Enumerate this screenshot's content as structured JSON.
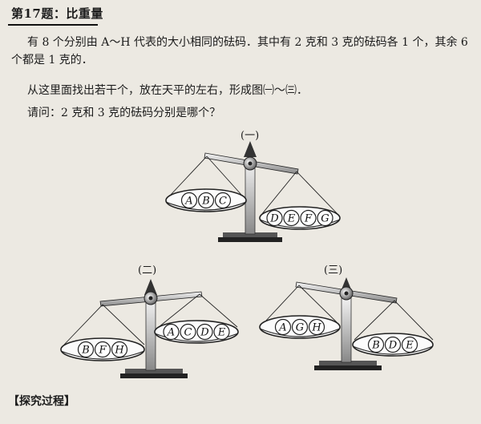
{
  "problem": {
    "title": "第17题：比重量",
    "line1": "有 8 个分别由 A～H 代表的大小相同的砝码．其中有 2 克和 3 克的砝码各 1 个，其余 6",
    "line2": "个都是 1 克的．",
    "line3": "从这里面找出若干个，放在天平的左右，形成图㈠～㈢．",
    "question": "请问：2 克和 3 克的砝码分别是哪个？"
  },
  "figures": {
    "fig1": {
      "caption": "(一)",
      "left_pan": [
        "A",
        "B",
        "C"
      ],
      "right_pan": [
        "D",
        "E",
        "F",
        "G"
      ]
    },
    "fig2": {
      "caption": "(二)",
      "left_pan": [
        "B",
        "F",
        "H"
      ],
      "right_pan": [
        "A",
        "C",
        "D",
        "E"
      ]
    },
    "fig3": {
      "caption": "(三)",
      "left_pan": [
        "A",
        "G",
        "H"
      ],
      "right_pan": [
        "B",
        "D",
        "E"
      ]
    }
  },
  "section_heading": "【探究过程】",
  "colors": {
    "paper": "#ece9e2",
    "ink": "#1c1c1c",
    "show_through": "#d2cfc8"
  }
}
